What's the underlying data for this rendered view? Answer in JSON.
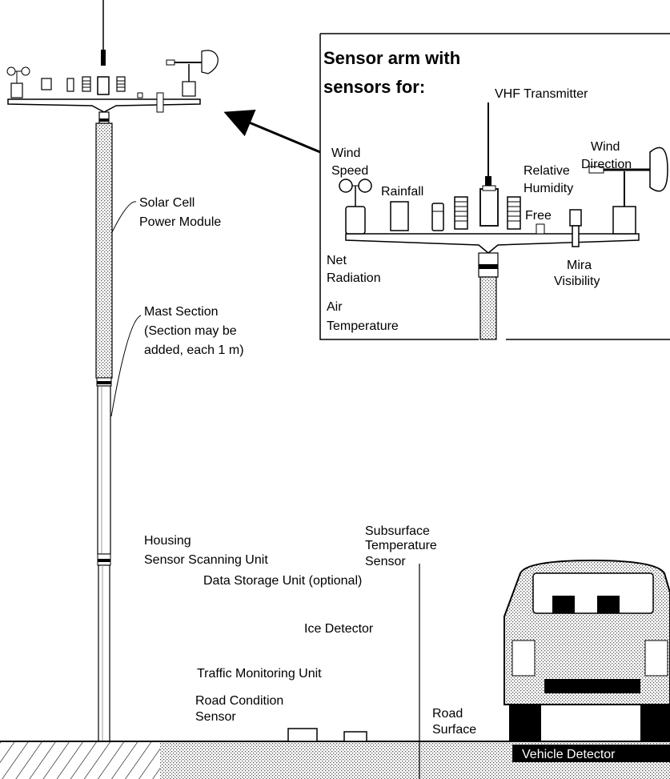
{
  "inset": {
    "title_line1": "Sensor arm with",
    "title_line2": "sensors for:",
    "vhf": "VHF Transmitter",
    "wind_speed_1": "Wind",
    "wind_speed_2": "Speed",
    "rainfall": "Rainfall",
    "rel_hum_1": "Relative",
    "rel_hum_2": "Humidity",
    "wind_dir_1": "Wind",
    "wind_dir_2": "Direction",
    "free": "Free",
    "net_rad_1": "Net",
    "net_rad_2": "Radiation",
    "mira_1": "Mira",
    "mira_2": "Visibility",
    "air_temp_1": "Air",
    "air_temp_2": "Temperature"
  },
  "mast": {
    "solar_1": "Solar Cell",
    "solar_2": "Power Module",
    "section_1": "Mast Section",
    "section_2": "(Section may be",
    "section_3": "added, each 1 m)"
  },
  "base": {
    "housing": "Housing",
    "scanning": "Sensor Scanning Unit",
    "storage": "Data Storage Unit (optional)",
    "traffic": "Traffic Monitoring Unit",
    "road_cond_1": "Road Condition",
    "road_cond_2": "Sensor",
    "ice": "Ice Detector",
    "subsurface_1": "Subsurface",
    "subsurface_2": "Temperature",
    "subsurface_3": "Sensor",
    "road_surf_1": "Road",
    "road_surf_2": "Surface",
    "vehicle_detector": "Vehicle Detector"
  }
}
